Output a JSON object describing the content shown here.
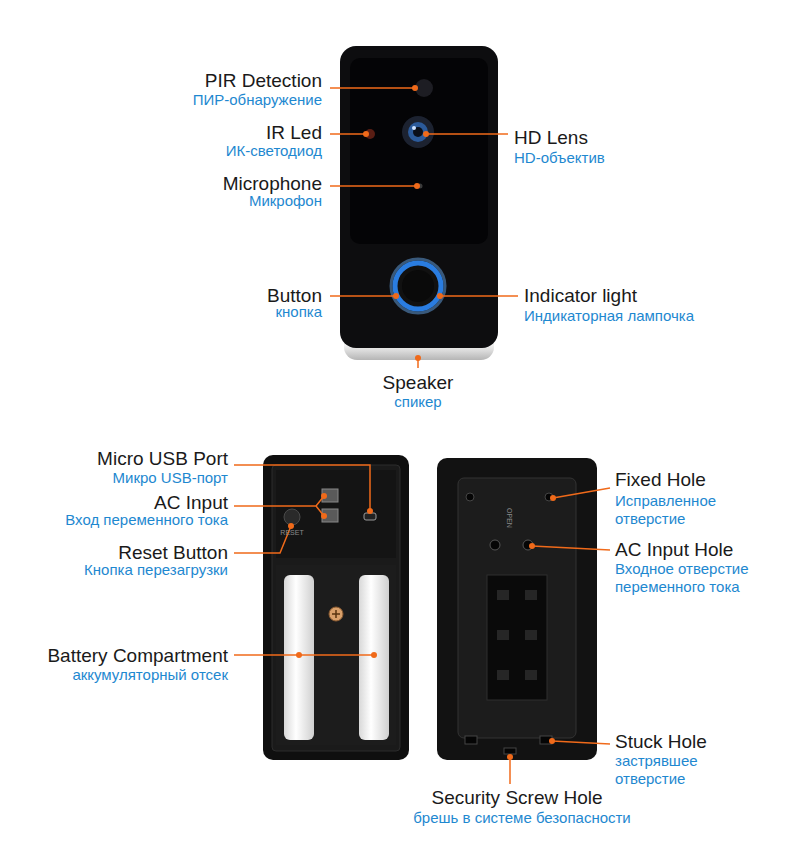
{
  "diagram": {
    "labels": [
      "PIR Detection",
      "ПИР-обнаружение",
      "IR Led",
      "ИК-светодиод",
      "HD Lens",
      "HD-объектив",
      "Microphone",
      "Микрофон",
      "Button",
      "кнопка",
      "Indicator light",
      "Индикаторная лампочка",
      "Speaker",
      "спикер",
      "Micro USB Port",
      "Микро USB-порт",
      "AC Input",
      "Вход переменного тока",
      "Reset Button",
      "Кнопка перезагрузки",
      "Battery Compartment",
      "аккумуляторный отсек",
      "Fixed Hole",
      "Исправленное отверстие",
      "AC Input Hole",
      "Входное отверстие переменного тока",
      "Stuck Hole",
      "застрявшее отверстие",
      "Security Screw Hole",
      "брешь в системе безопасности",
      "OPEN",
      "RESET"
    ]
  }
}
